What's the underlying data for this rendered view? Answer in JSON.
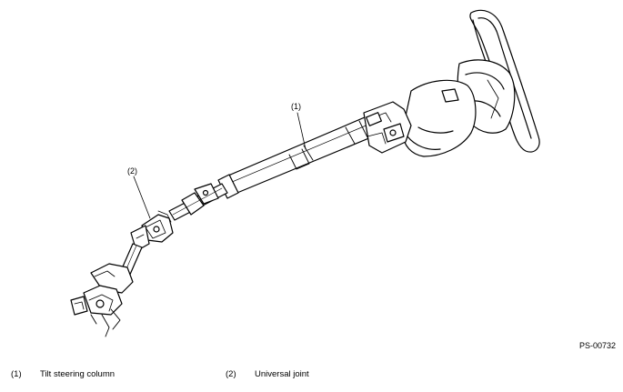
{
  "diagram": {
    "callouts": [
      {
        "id": "callout-1",
        "label": "(1)"
      },
      {
        "id": "callout-2",
        "label": "(2)"
      }
    ],
    "figure_id": "PS-00732",
    "legend": [
      {
        "number": "(1)",
        "text": "Tilt steering column"
      },
      {
        "number": "(2)",
        "text": "Universal joint"
      }
    ]
  }
}
